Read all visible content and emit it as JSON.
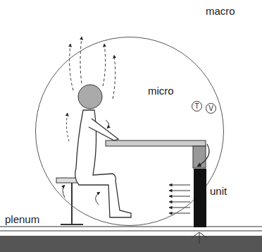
{
  "diagram": {
    "nodes": [
      {
        "text": [
          "micro"
        ]
      },
      {
        "text": [
          "T"
        ],
        "in": 0
      },
      {
        "text": [
          "V"
        ],
        "in": 0
      },
      {
        "text": [
          "unit"
        ],
        "in": 0
      },
      {
        "text": [
          "plenum"
        ]
      }
    ],
    "labels": [
      "macro"
    ]
  }
}
